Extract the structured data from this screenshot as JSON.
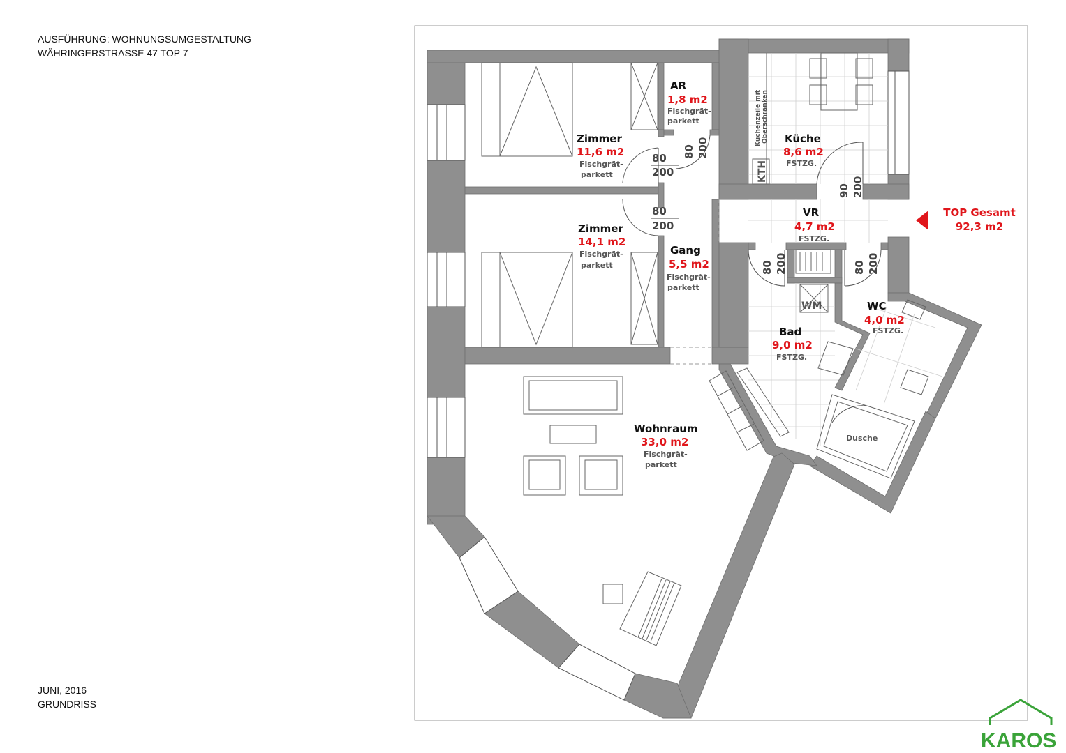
{
  "header": {
    "line1": "AUSFÜHRUNG: WOHNUNGSUMGESTALTUNG",
    "line2": "WÄHRINGERSTRASSE 47  TOP 7"
  },
  "footer": {
    "date": "JUNI, 2016",
    "label": "GRUNDRISS"
  },
  "total": {
    "label": "TOP Gesamt",
    "value": "92,3 m2"
  },
  "rooms": {
    "ar": {
      "name": "AR",
      "area": "1,8 m2",
      "floor1": "Fischgrät-",
      "floor2": "parkett"
    },
    "zimmer1": {
      "name": "Zimmer",
      "area": "11,6 m2",
      "floor1": "Fischgrät-",
      "floor2": "parkett"
    },
    "zimmer2": {
      "name": "Zimmer",
      "area": "14,1 m2",
      "floor1": "Fischgrät-",
      "floor2": "parkett"
    },
    "gang": {
      "name": "Gang",
      "area": "5,5 m2",
      "floor1": "Fischgrät-",
      "floor2": "parkett"
    },
    "kueche": {
      "name": "Küche",
      "area": "8,6 m2",
      "floor1": "FSTZG."
    },
    "vr": {
      "name": "VR",
      "area": "4,7 m2",
      "floor1": "FSTZG."
    },
    "bad": {
      "name": "Bad",
      "area": "9,0 m2",
      "floor1": "FSTZG."
    },
    "wc": {
      "name": "WC",
      "area": "4,0 m2",
      "floor1": "FSTZG."
    },
    "wohnraum": {
      "name": "Wohnraum",
      "area": "33,0 m2",
      "floor1": "Fischgrät-",
      "floor2": "parkett"
    }
  },
  "doors": {
    "d1": {
      "w": "80",
      "h": "200"
    },
    "d2": {
      "w": "80",
      "h": "200"
    },
    "d3": {
      "w": "80",
      "h": "200"
    },
    "d4": {
      "w": "90",
      "h": "200"
    },
    "d5": {
      "w": "80",
      "h": "200"
    },
    "d6": {
      "w": "80",
      "h": "200"
    }
  },
  "fixtures": {
    "kitchen_note1": "Küchenzeile mit",
    "kitchen_note2": "Oberschränken",
    "kth": "KTH",
    "wm": "WM",
    "dusche": "Dusche"
  },
  "logo": {
    "text": "KAROS"
  },
  "colors": {
    "wall": "#8f8f8f",
    "area_text": "#e0161b",
    "logo": "#3aa339"
  }
}
